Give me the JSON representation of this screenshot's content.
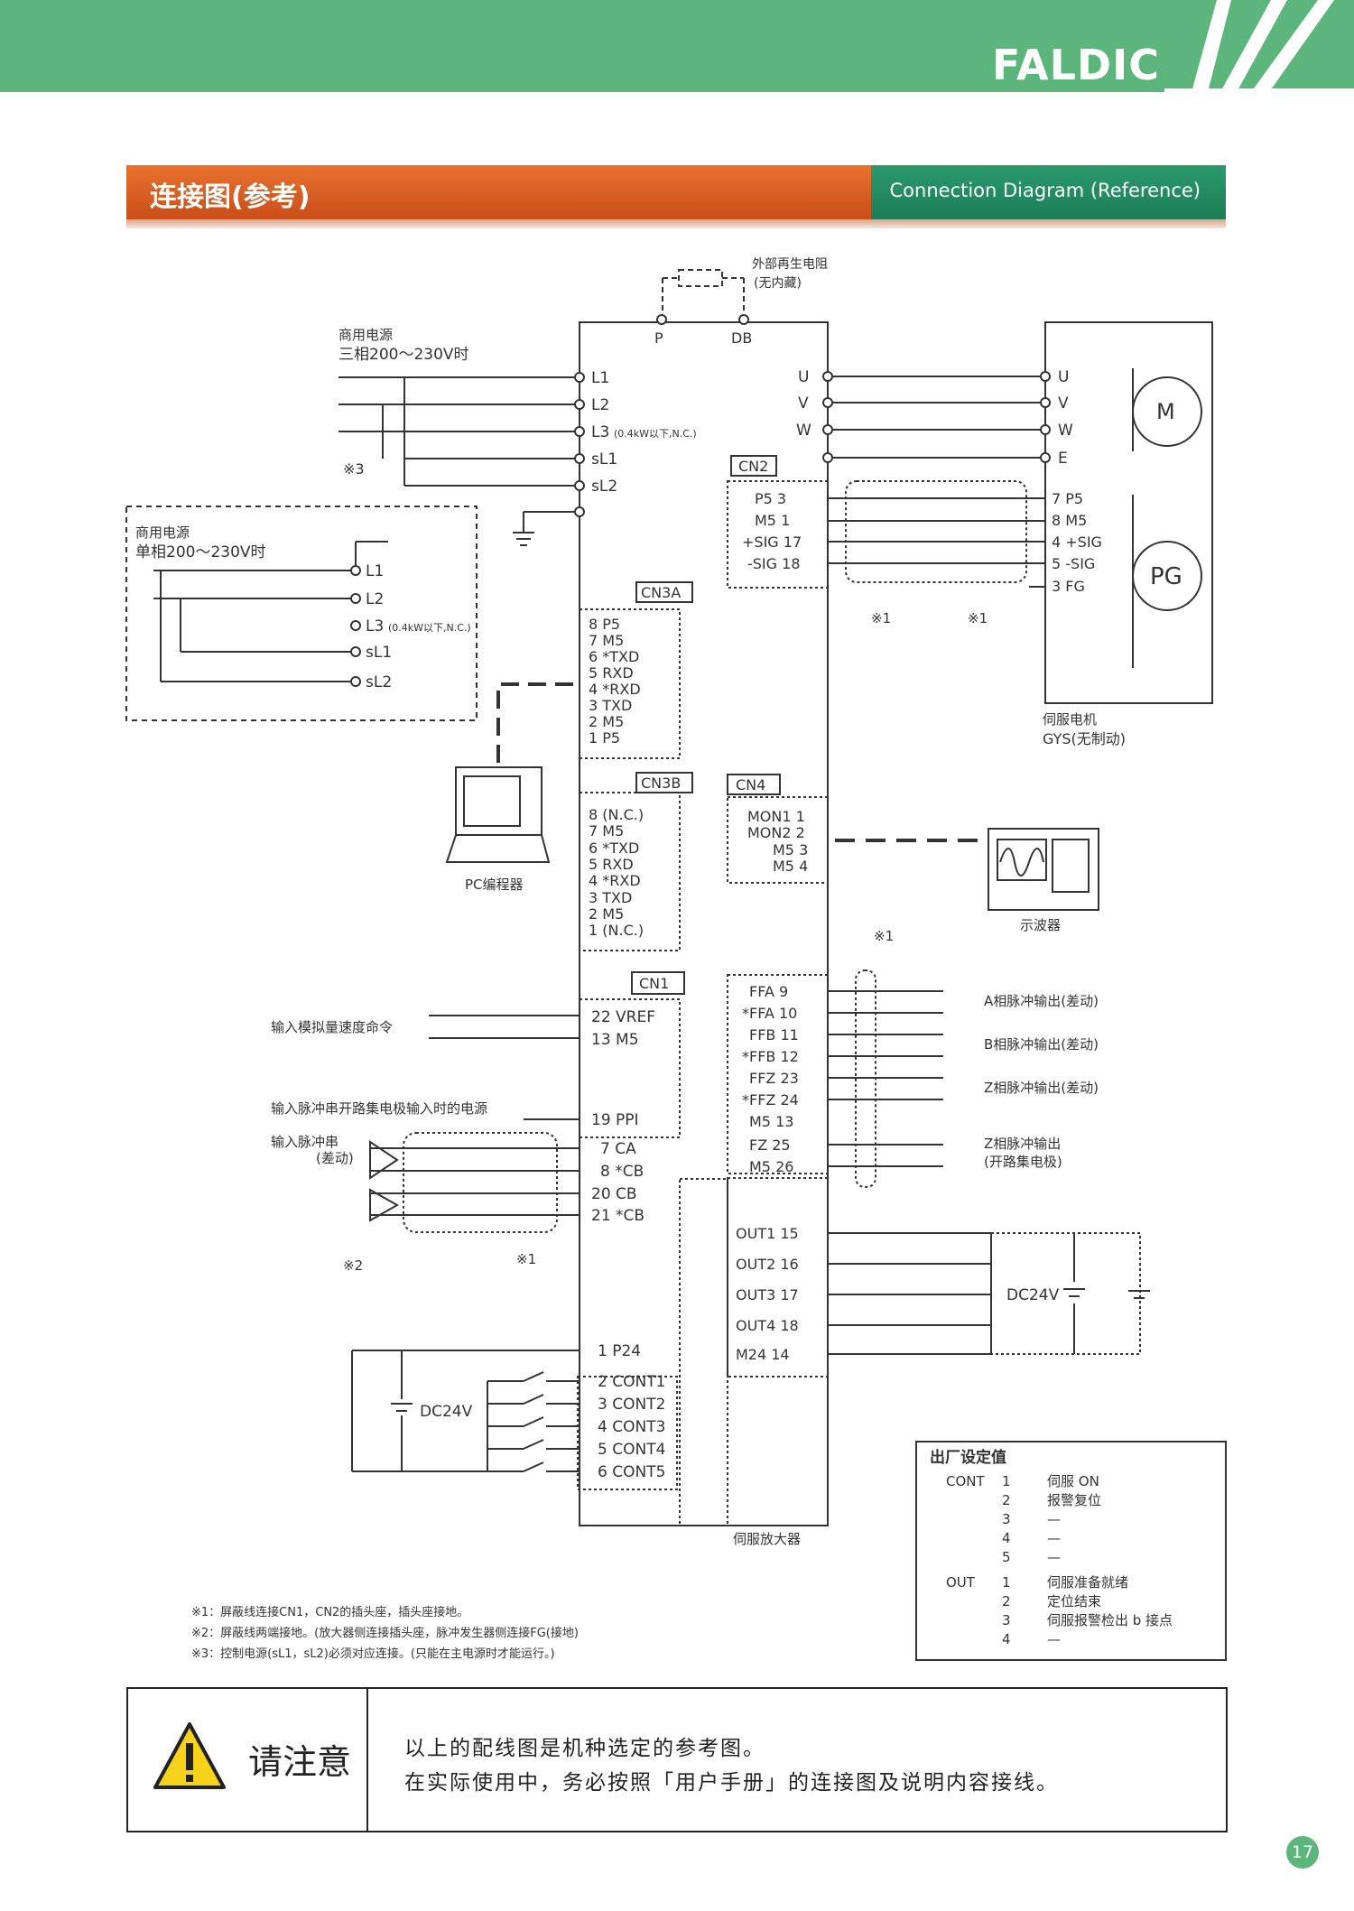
{
  "header": {
    "brand": "FALDIC"
  },
  "section": {
    "title_cn": "连接图(参考)",
    "title_en": "Connection Diagram (Reference)"
  },
  "diagram": {
    "ext_resistor": [
      "外部再生电阻",
      "(无内藏)"
    ],
    "pin_p": "P",
    "pin_db": "DB",
    "power3": [
      "商用电源",
      "三相200～230V时"
    ],
    "power1": [
      "商用电源",
      "单相200～230V时"
    ],
    "power_terms": [
      "L1",
      "L2",
      "L3",
      "sL1",
      "sL2"
    ],
    "l3_note": "(0.4kW以下,N.C.)",
    "note3_mark": "※3",
    "motor_out": [
      "U",
      "V",
      "W"
    ],
    "motor_terms": [
      "U",
      "V",
      "W",
      "E"
    ],
    "motor_label": "M",
    "pg_label": "PG",
    "motor_caption": [
      "伺服电机",
      "GYS(无制动)"
    ],
    "cn2": {
      "name": "CN2",
      "left": [
        "P5    3",
        "M5    1",
        "+SIG  17",
        "-SIG  18"
      ],
      "right": [
        "7 P5",
        "8 M5",
        "4 +SIG",
        "5 -SIG",
        "3 FG"
      ]
    },
    "shield_mark": "※1",
    "cn3a": {
      "name": "CN3A",
      "pins": [
        "8  P5",
        "7  M5",
        "6 *TXD",
        "5  RXD",
        "4 *RXD",
        "3  TXD",
        "2  M5",
        "1  P5"
      ]
    },
    "cn3b": {
      "name": "CN3B",
      "pins": [
        "8  (N.C.)",
        "7  M5",
        "6 *TXD",
        "5  RXD",
        "4 *RXD",
        "3  TXD",
        "2  M5",
        "1  (N.C.)"
      ]
    },
    "pc_label": "PC编程器",
    "cn4": {
      "name": "CN4",
      "pins": [
        "MON1 1",
        "MON2 2",
        "M5 3",
        "M5 4"
      ]
    },
    "scope_label": "示波器",
    "cn1": {
      "name": "CN1",
      "left_pins": [
        "22  VREF",
        "13  M5",
        "19  PPI",
        "7  CA",
        "8  *CB",
        "20  CB",
        "21  *CB",
        "1  P24",
        "2  CONT1",
        "3  CONT2",
        "4  CONT3",
        "5  CONT4",
        "6  CONT5"
      ],
      "right_pins": [
        "FFA    9",
        "*FFA  10",
        "FFB    11",
        "*FFB  12",
        "FFZ   23",
        "*FFZ  24",
        "M5    13",
        "FZ     25",
        "M5    26",
        "OUT1  15",
        "OUT2  16",
        "OUT3  17",
        "OUT4  18",
        "M24   14"
      ]
    },
    "labels": {
      "analog_in": "输入模拟量速度命令",
      "pulse_power": "输入脉冲串开路集电极输入时的电源",
      "pulse_in": [
        "输入脉冲串",
        "(差动)"
      ],
      "note2_mark": "※2",
      "note1_mark": "※1",
      "dc24v": "DC24V",
      "out_a": "A相脉冲输出(差动)",
      "out_b": "B相脉冲输出(差动)",
      "out_z": "Z相脉冲输出(差动)",
      "out_zoc": [
        "Z相脉冲输出",
        "(开路集电极)"
      ],
      "amp_caption": "伺服放大器"
    },
    "notes": [
      "※1：屏蔽线连接CN1，CN2的插头座，插头座接地。",
      "※2：屏蔽线两端接地。(放大器侧连接插头座，脉冲发生器侧连接FG(接地)",
      "※3：控制电源(sL1，sL2)必须对应连接。(只能在主电源时才能运行。)"
    ],
    "factory": {
      "title": "出厂设定值",
      "cont_label": "CONT",
      "cont": [
        [
          "1",
          "伺服 ON"
        ],
        [
          "2",
          "报警复位"
        ],
        [
          "3",
          "—"
        ],
        [
          "4",
          "—"
        ],
        [
          "5",
          "—"
        ]
      ],
      "out_label": "OUT",
      "out": [
        [
          "1",
          "伺服准备就绪"
        ],
        [
          "2",
          "定位结束"
        ],
        [
          "3",
          "伺服报警检出 b 接点"
        ],
        [
          "4",
          "—"
        ]
      ]
    }
  },
  "notice": {
    "title": "请注意",
    "line1": "以上的配线图是机种选定的参考图。",
    "line2": "在实际使用中，务必按照「用户手册」的连接图及说明内容接线。"
  },
  "page_number": "17",
  "colors": {
    "green": "#5cb67c",
    "orange": "#e36a2a",
    "teal": "#1f8a5f"
  }
}
